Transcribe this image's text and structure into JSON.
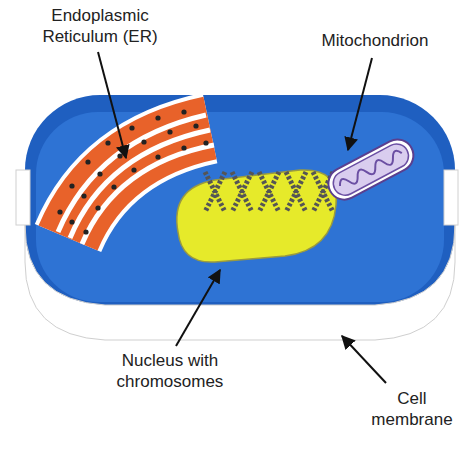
{
  "diagram": {
    "labels": [
      "Endoplasmic Reticulum (ER)",
      "Mitochondrion",
      "Nucleus with chromosomes",
      "Cell membrane"
    ]
  }
}
